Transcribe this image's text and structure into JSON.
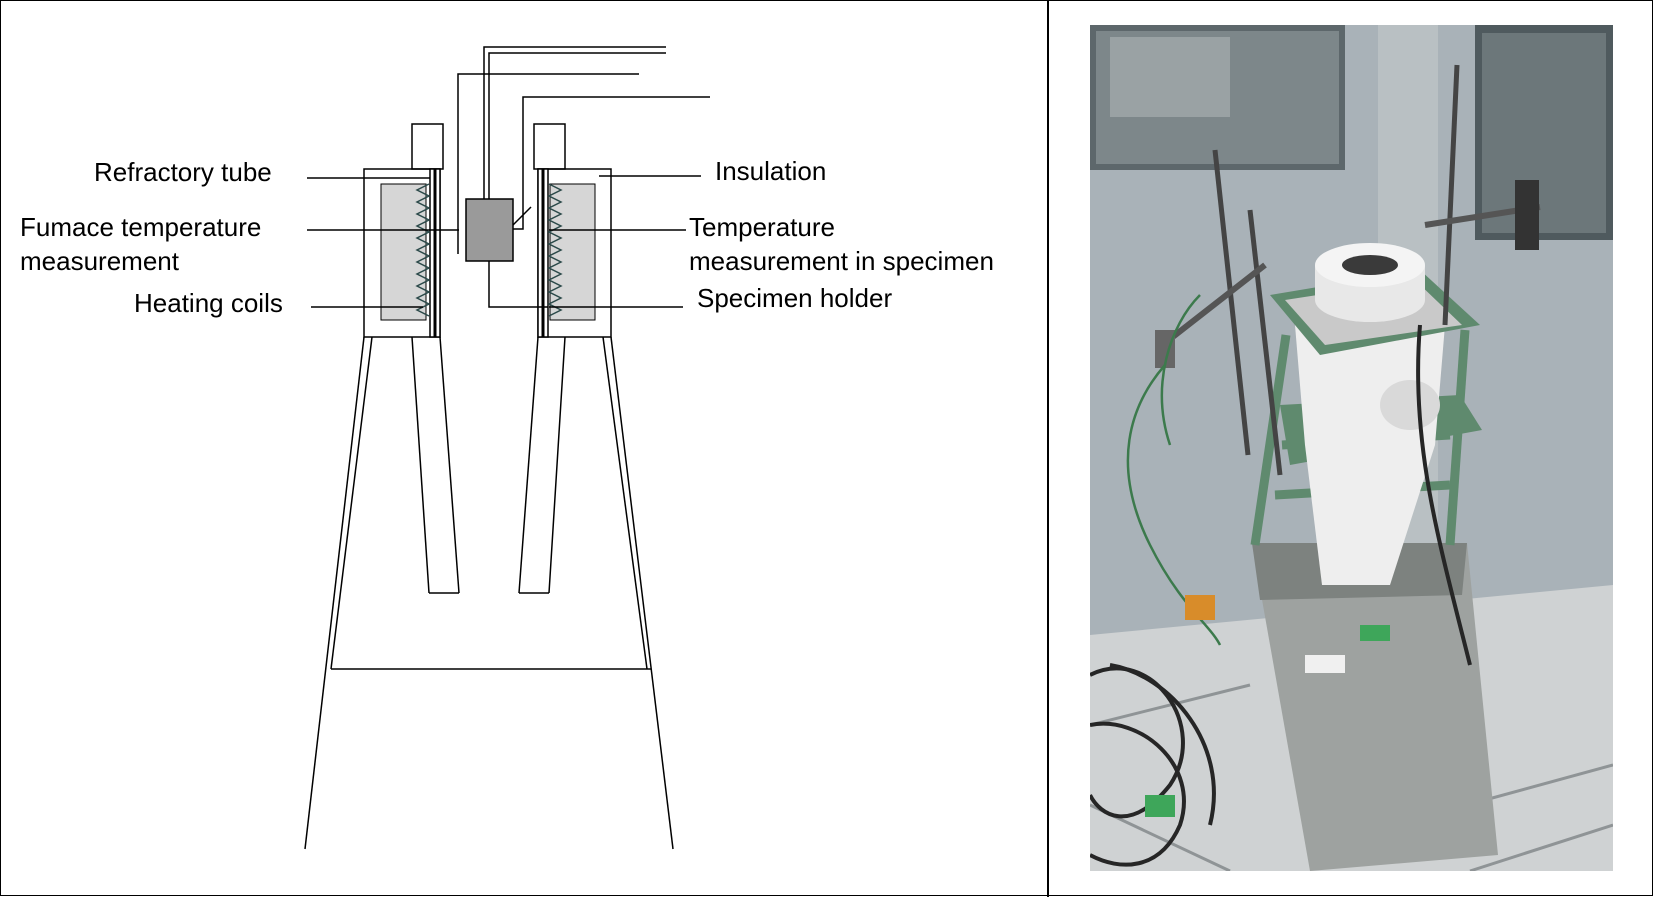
{
  "labels": {
    "refractory_tube": "Refractory tube",
    "furnace_temp_line1": "Fumace temperature",
    "furnace_temp_line2": "measurement",
    "heating_coils": "Heating coils",
    "insulation": "Insulation",
    "specimen_temp_line1": "Temperature",
    "specimen_temp_line2": "measurement in specimen",
    "specimen_holder": "Specimen holder"
  },
  "colors": {
    "line": "#000000",
    "insulation_fill": "#d6d6d6",
    "specimen_fill": "#9a9a9a",
    "coil": "#2c4a4a",
    "wall": "#a9b2b8",
    "floor": "#cfd2d3",
    "furnace_green": "#5f8a6e",
    "stand_grey": "#9ea2a0"
  },
  "photo": {
    "icons": [
      "furnace-photo"
    ]
  }
}
